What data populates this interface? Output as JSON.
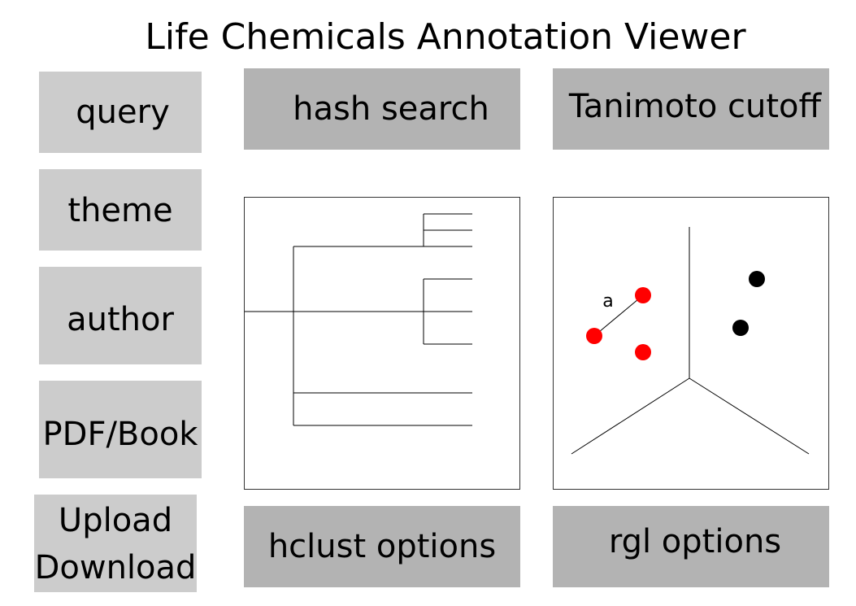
{
  "title": "Life Chemicals Annotation Viewer",
  "sidebar": {
    "query": "query",
    "theme": "theme",
    "author": "author",
    "pdf_book": "PDF/Book",
    "upload": "Upload",
    "download": "Download"
  },
  "top_controls": {
    "hash_search": "hash search",
    "tanimoto_cutoff": "Tanimoto cutoff"
  },
  "bottom_controls": {
    "hclust_options": "hclust options",
    "rgl_options": "rgl options"
  },
  "scatter_panel": {
    "point_label": "a",
    "colors": {
      "group_a": "#ff0000",
      "group_b": "#000000"
    }
  }
}
